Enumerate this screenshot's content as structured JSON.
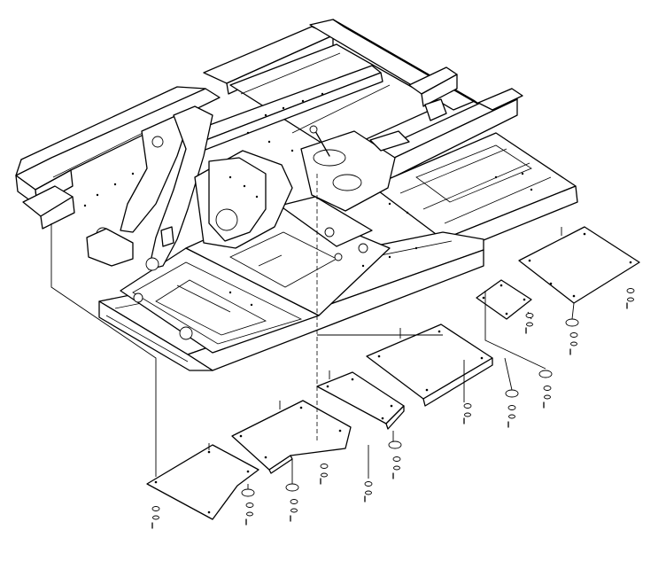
{
  "diagram": {
    "type": "exploded-parts-view",
    "assembly": "undercarriage-frame",
    "parts": {
      "plates": [
        {
          "id": "plate-1",
          "kind": "cover-plate"
        },
        {
          "id": "plate-2",
          "kind": "cover-plate"
        },
        {
          "id": "plate-3",
          "kind": "cover-plate"
        },
        {
          "id": "plate-4",
          "kind": "cover-plate"
        },
        {
          "id": "plate-5",
          "kind": "cover-plate"
        },
        {
          "id": "plate-6",
          "kind": "cover-plate"
        }
      ],
      "fastener_sets": 12
    },
    "colors": {
      "line": "#000000",
      "background": "#ffffff"
    }
  }
}
